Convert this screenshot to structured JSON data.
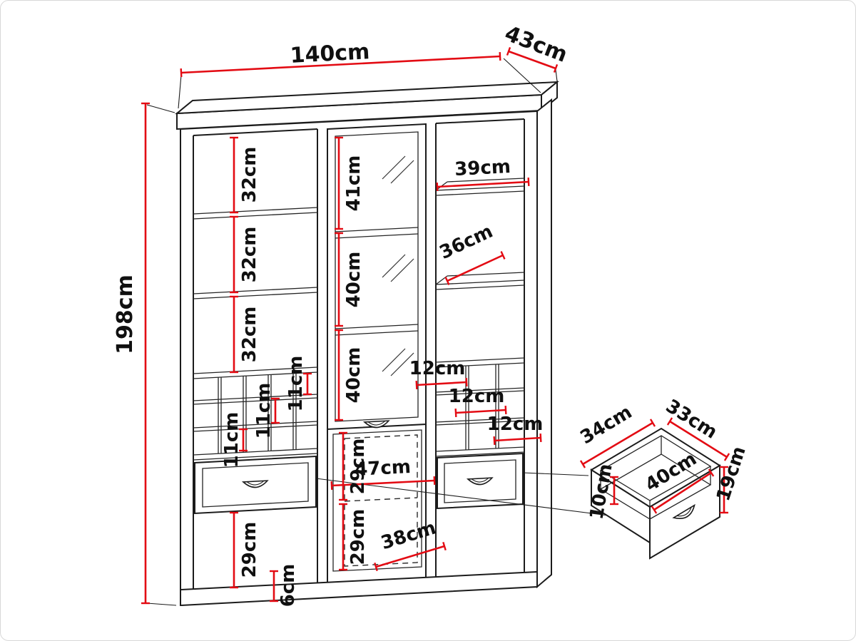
{
  "figure": {
    "kind": "furniture dimension diagram",
    "unit": "cm",
    "accent_color": "#e30b13",
    "line_color": "#1b1b1b"
  },
  "overall": {
    "width": "140cm",
    "depth": "43cm",
    "height": "198cm"
  },
  "left_column": {
    "shelf_space_1": "32cm",
    "shelf_space_2": "32cm",
    "shelf_space_3": "32cm",
    "cubby_height_1": "11cm",
    "cubby_height_2": "11cm",
    "cubby_height_3": "11cm",
    "bottom_space": "29cm",
    "plinth_height": "6cm"
  },
  "center_column": {
    "glass_shelf_space_1": "41cm",
    "glass_shelf_space_2": "40cm",
    "glass_shelf_space_3": "40cm",
    "lower_space_1": "29cm",
    "lower_space_2": "29cm",
    "inner_width": "47cm",
    "inner_depth": "38cm"
  },
  "right_column": {
    "shelf_width": "39cm",
    "shelf_depth": "36cm",
    "cubby_width_1": "12cm",
    "cubby_width_2": "12cm",
    "cubby_width_3": "12cm"
  },
  "drawer_detail": {
    "side_depth": "34cm",
    "back_width": "33cm",
    "front_height": "19cm",
    "inner_depth": "10cm",
    "front_width": "40cm"
  }
}
